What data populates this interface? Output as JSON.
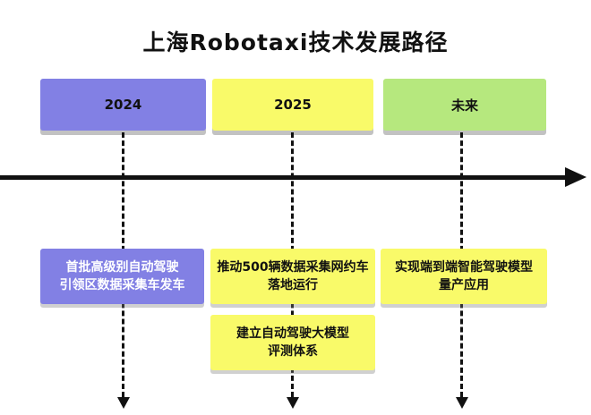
{
  "title": "上海Robotaxi技术发展路径",
  "colors": {
    "background": "#ffffff",
    "title_text": "#111111",
    "purple": "#8280e4",
    "yellow": "#f9fa69",
    "green": "#b6e87e",
    "timeline_black": "#111111"
  },
  "columns": [
    {
      "label": "2024",
      "boxes": [
        "首批高级别自动驾驶\n引领区数据采集车发车"
      ]
    },
    {
      "label": "2025",
      "boxes": [
        "推动500辆数据采集网约车\n落地运行",
        "建立自动驾驶大模型\n评测体系"
      ]
    },
    {
      "label": "未来",
      "boxes": [
        "实现端到端智能驾驶模型\n量产应用"
      ]
    }
  ]
}
